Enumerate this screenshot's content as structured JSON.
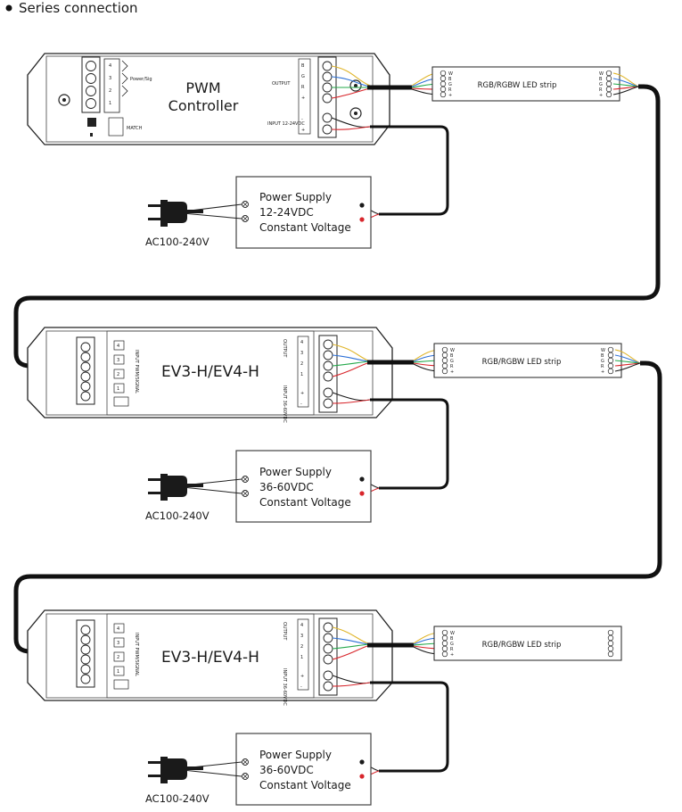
{
  "header": {
    "title": "Series connection"
  },
  "pwm": {
    "title_line1": "PWM",
    "title_line2": "Controller",
    "output_label": "OUTPUT",
    "input_label": "INPUT 12-24VDC",
    "power_label": "Power/Sig",
    "switch_label": "MATCH"
  },
  "ev1": {
    "title": "EV3-H/EV4-H",
    "output_label": "OUTPUT",
    "input_label": "INPUT 36-60VDC",
    "power_label": "INPUT PWM/SIGNAL"
  },
  "ev2": {
    "title": "EV3-H/EV4-H",
    "output_label": "OUTPUT",
    "input_label": "INPUT 36-60VDC",
    "power_label": "INPUT PWM/SIGNAL"
  },
  "strip1": {
    "label": "RGB/RGBW LED strip"
  },
  "strip2": {
    "label": "RGB/RGBW LED strip"
  },
  "strip3": {
    "label": "RGB/RGBW LED strip"
  },
  "strip_pins": [
    "W",
    "B",
    "G",
    "R",
    "+"
  ],
  "psu1": {
    "line1": "Power Supply",
    "line2": "12-24VDC",
    "line3": "Constant Voltage",
    "ac": "AC100-240V"
  },
  "psu2": {
    "line1": "Power Supply",
    "line2": "36-60VDC",
    "line3": "Constant Voltage",
    "ac": "AC100-240V"
  },
  "psu3": {
    "line1": "Power Supply",
    "line2": "36-60VDC",
    "line3": "Constant Voltage",
    "ac": "AC100-240V"
  },
  "colors": {
    "red": "#d8262c",
    "blue": "#2b6fd6",
    "green": "#23a84a",
    "yellow": "#e0b52a",
    "black": "#1a1a1a",
    "cable": "#111111"
  }
}
